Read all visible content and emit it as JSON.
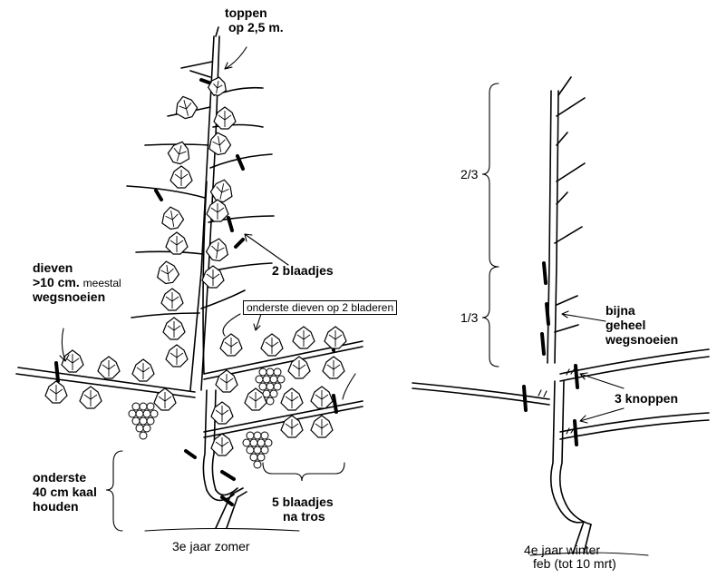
{
  "labels": {
    "toppen": "toppen",
    "toppen_height": "op 2,5 m.",
    "two_leaves": "2 blaadjes",
    "suckers_title": "dieven",
    "suckers_size": ">10 cm.",
    "suckers_usually": "meestal",
    "suckers_action": "wegsnoeien",
    "lowest_suckers": "onderste dieven op 2 bladeren",
    "lowest_1": "onderste",
    "lowest_2": "40 cm kaal",
    "lowest_3": "houden",
    "five_leaves_1": "5 blaadjes",
    "five_leaves_2": "na tros",
    "caption_left": "3e jaar zomer",
    "two_thirds": "2/3",
    "one_third": "1/3",
    "almost_1": "bijna",
    "almost_2": "geheel",
    "almost_3": "wegsnoeien",
    "three_buds": "3 knoppen",
    "caption_right_1": "4e jaar winter",
    "caption_right_2": "feb  (tot 10 mrt)"
  }
}
